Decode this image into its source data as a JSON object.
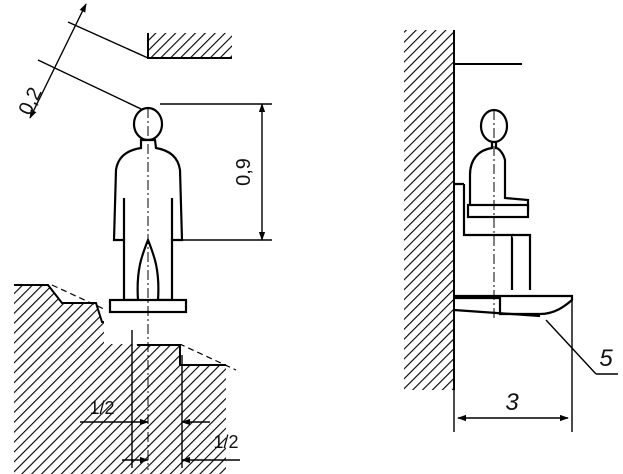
{
  "labels": {
    "left_clearance": "0,2",
    "head_height": "0,9",
    "step_offset_left": "1/2",
    "step_offset_right": "1/2",
    "wall_distance": "3",
    "callout": "5"
  }
}
